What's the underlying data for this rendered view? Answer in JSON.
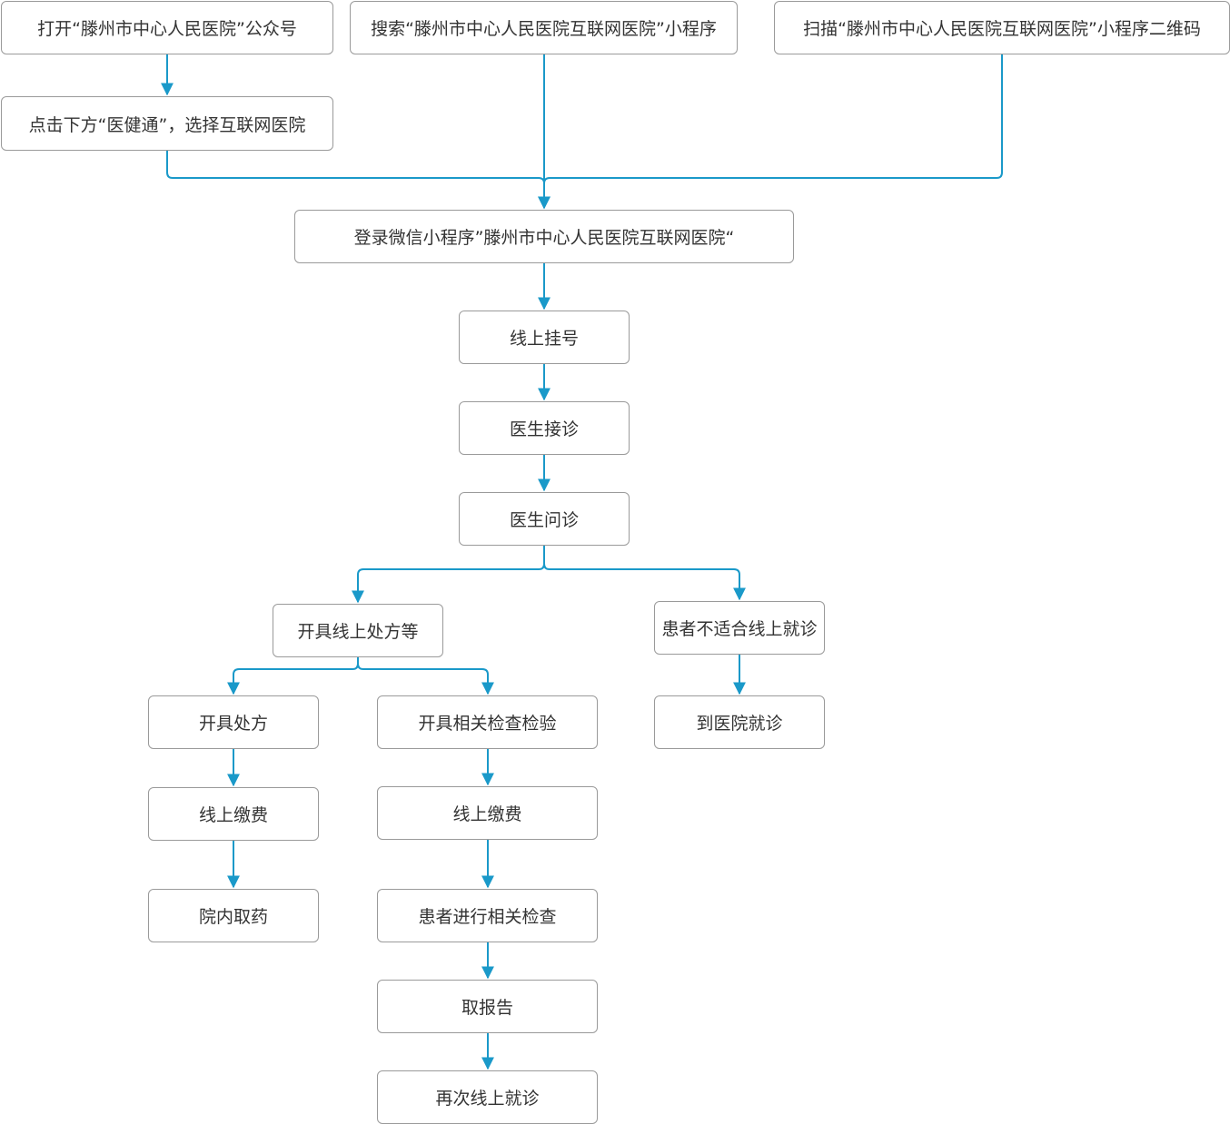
{
  "colors": {
    "connector": "#1a99c9",
    "node_border": "#9a9a9a",
    "text": "#333333"
  },
  "nodes": {
    "open_account": "打开“滕州市中心人民医院”公众号",
    "search_miniprogram": "搜索“滕州市中心人民医院互联网医院”小程序",
    "scan_qrcode": "扫描“滕州市中心人民医院互联网医院”小程序二维码",
    "click_yijiantong": "点击下方“医健通”，选择互联网医院",
    "login_miniprogram": "登录微信小程序”滕州市中心人民医院互联网医院“",
    "online_registration": "线上挂号",
    "doctor_reception": "医生接诊",
    "doctor_consultation": "医生问诊",
    "issue_prescription_etc": "开具线上处方等",
    "not_suitable_online": "患者不适合线上就诊",
    "issue_prescription": "开具处方",
    "issue_exam_tests": "开具相关检查检验",
    "visit_hospital": "到医院就诊",
    "online_payment_rx": "线上缴费",
    "online_payment_exam": "线上缴费",
    "pickup_medicine": "院内取药",
    "patient_exams": "患者进行相关检查",
    "get_report": "取报告",
    "revisit_online": "再次线上就诊"
  }
}
